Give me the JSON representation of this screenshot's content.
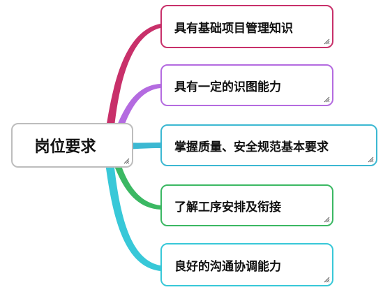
{
  "diagram": {
    "root": {
      "label": "岗位要求"
    },
    "branches": [
      {
        "label": "具有基础项目管理知识",
        "color": "#c8306a"
      },
      {
        "label": "具有一定的识图能力",
        "color": "#b46be0"
      },
      {
        "label": "掌握质量、安全规范基本要求",
        "color": "#3cb8d2"
      },
      {
        "label": "了解工序安排及衔接",
        "color": "#3bb863"
      },
      {
        "label": "良好的沟通协调能力",
        "color": "#38c8d8"
      }
    ]
  }
}
